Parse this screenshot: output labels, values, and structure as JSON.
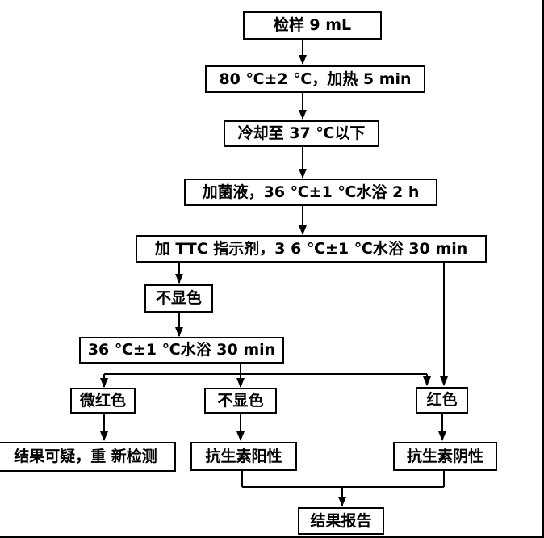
{
  "canvas": {
    "background": "#ffffff",
    "line_color": "#000000",
    "box_fill": "#ffffff",
    "box_border": "#000000"
  },
  "nodes": {
    "sample": "检样 9 mL",
    "heat": "80 ℃±2 ℃，加热 5 min",
    "cool": "冷却至 37 ℃以下",
    "bacteria": "加菌液，36 ℃±1 ℃水浴 2 h",
    "ttc": "加 TTC 指示剂，3 6 ℃±1 ℃水浴 30 min",
    "nocolor1": "不显色",
    "bath30": "36 ℃±1 ℃水浴 30 min",
    "slightred": "微红色",
    "nocolor2": "不显色",
    "red": "红色",
    "suspect": "结果可疑，重 新检测",
    "positive": "抗生素阳性",
    "negative": "抗生素阴性",
    "report": "结果报告"
  },
  "edges": [
    {
      "from": "sample",
      "to": "heat"
    },
    {
      "from": "heat",
      "to": "cool"
    },
    {
      "from": "cool",
      "to": "bacteria"
    },
    {
      "from": "bacteria",
      "to": "ttc"
    },
    {
      "from": "ttc",
      "to": "nocolor1"
    },
    {
      "from": "ttc",
      "to": "red"
    },
    {
      "from": "nocolor1",
      "to": "bath30"
    },
    {
      "from": "bath30",
      "to": "slightred"
    },
    {
      "from": "bath30",
      "to": "nocolor2"
    },
    {
      "from": "bath30",
      "to": "red"
    },
    {
      "from": "slightred",
      "to": "suspect"
    },
    {
      "from": "nocolor2",
      "to": "positive"
    },
    {
      "from": "red",
      "to": "negative"
    },
    {
      "from": "positive",
      "to": "report"
    },
    {
      "from": "negative",
      "to": "report"
    }
  ]
}
